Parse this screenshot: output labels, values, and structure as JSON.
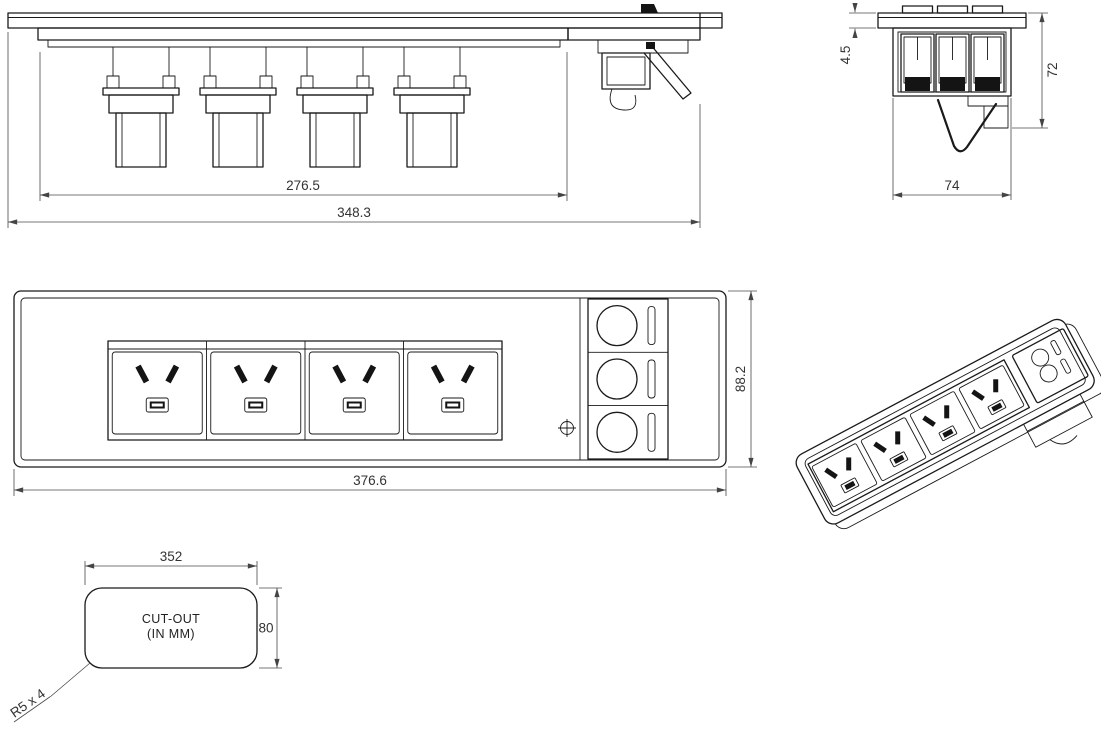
{
  "views": {
    "front": {
      "dim_body_width": "276.5",
      "dim_overall_width": "348.3"
    },
    "end": {
      "dim_flange_thickness": "4.5",
      "dim_depth": "72",
      "dim_width": "74"
    },
    "plan": {
      "dim_length": "376.6",
      "dim_height": "88.2"
    },
    "cutout": {
      "label_line1": "CUT-OUT",
      "label_line2": "(IN MM)",
      "dim_width": "352",
      "dim_height": "80",
      "corner_radius_note": "R5 x 4"
    }
  }
}
